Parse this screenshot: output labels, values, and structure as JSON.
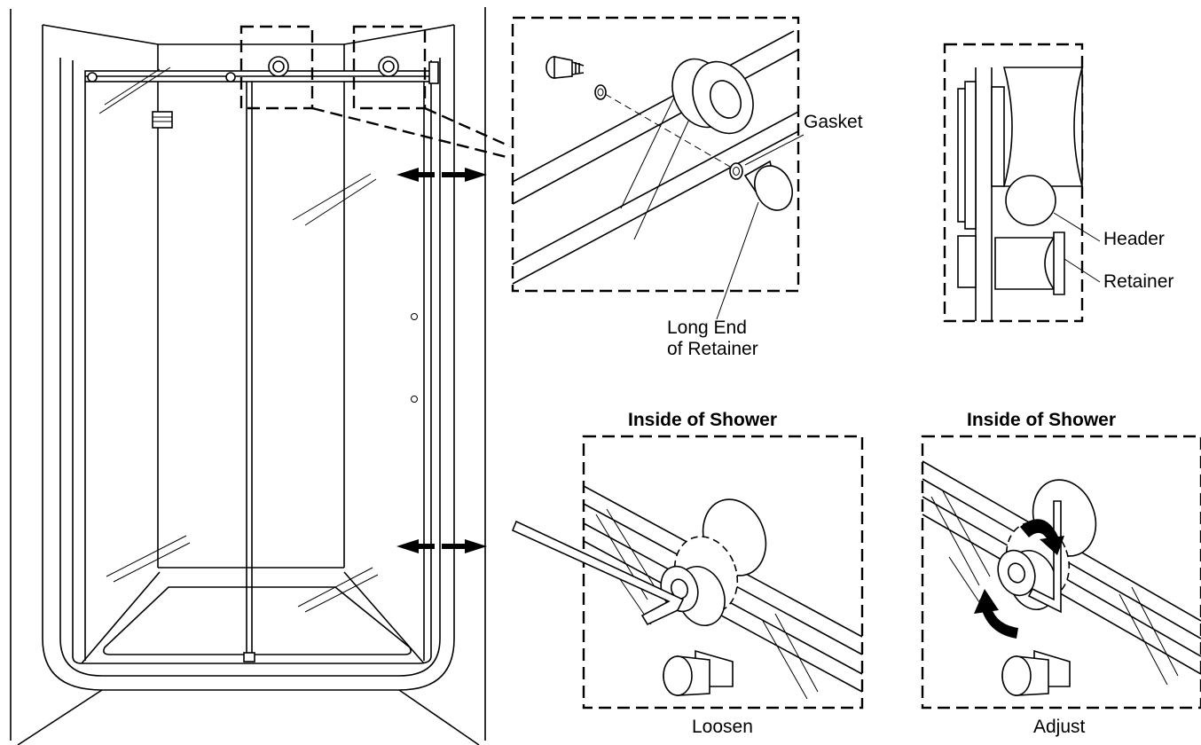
{
  "labels": {
    "gasket": "Gasket",
    "long_end_line1": "Long End",
    "long_end_line2": "of Retainer",
    "header": "Header",
    "retainer": "Retainer",
    "inside_left": "Inside of Shower",
    "inside_right": "Inside of Shower",
    "loosen": "Loosen",
    "adjust": "Adjust"
  }
}
